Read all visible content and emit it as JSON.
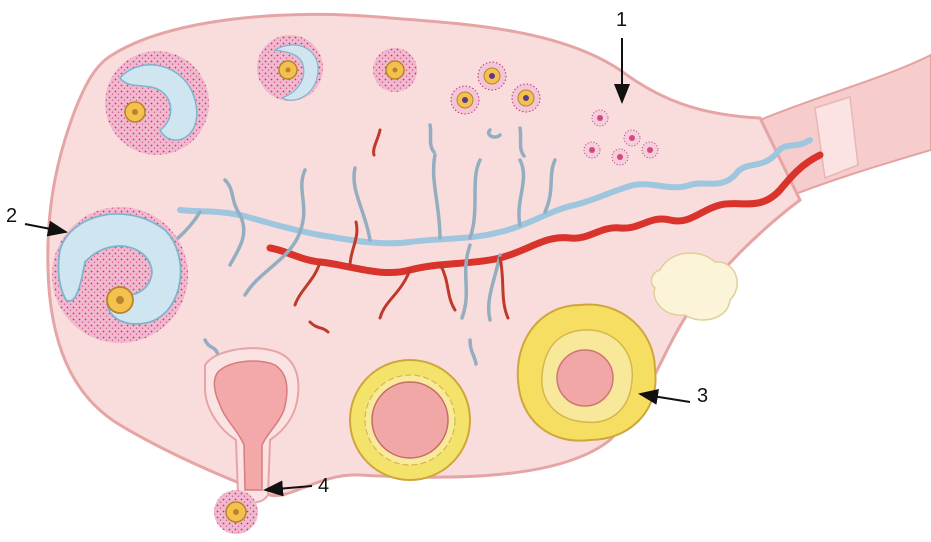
{
  "labels": [
    {
      "id": "1",
      "text": "1"
    },
    {
      "id": "2",
      "text": "2"
    },
    {
      "id": "3",
      "text": "3"
    },
    {
      "id": "4",
      "text": "4"
    }
  ],
  "colors": {
    "ovary_fill": "#f9dcdc",
    "ovary_outline": "#e7a8a8",
    "follicle_pink": "#ecaac1",
    "follicle_dots": "#c0367e",
    "antrum_blue": "#cfe6f1",
    "oocyte_yellow": "#f4c14e",
    "vein_blue": "#9ec6de",
    "artery_red": "#d9332b",
    "corpus_luteum_yellow": "#f6de62",
    "corpus_albicans": "#fbf4d8"
  }
}
